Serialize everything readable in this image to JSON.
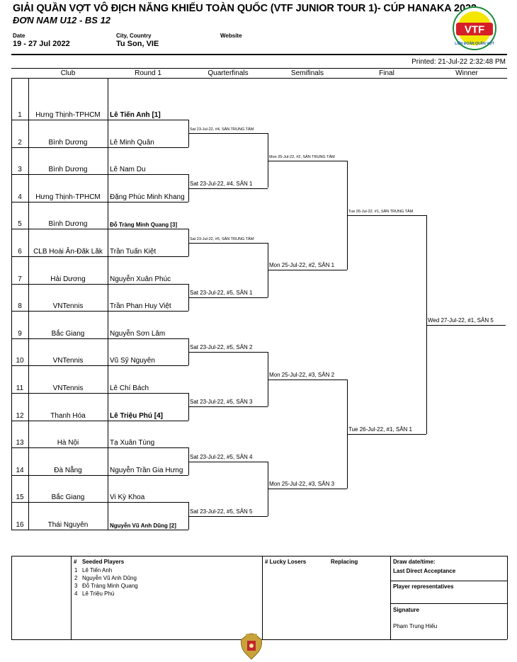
{
  "header": {
    "title": "GIẢI QUẦN VỢT VÔ ĐỊCH NĂNG KHIẾU TOÀN QUỐC (VTF JUNIOR TOUR 1)- CÚP HANAKA 2022",
    "subtitle": "ĐƠN NAM U12 - BS 12",
    "date_label": "Date",
    "date_value": "19 - 27 Jul 2022",
    "city_label": "City, Country",
    "city_value": "Tu Son, VIE",
    "website_label": "Website",
    "printed": "Printed: 21-Jul-22 2:32:48 PM",
    "logo_text": "VTF",
    "logo_sub": "LIÊN ĐOÀN QUẦN VỢT"
  },
  "columns": [
    "Club",
    "Round 1",
    "Quarterfinals",
    "Semifinals",
    "Final",
    "Winner"
  ],
  "entries": [
    {
      "num": "1",
      "club": "Hưng Thịnh-TPHCM",
      "player": "Lê Tiến Anh [1]",
      "style": "seed"
    },
    {
      "num": "2",
      "club": "Bình Dương",
      "player": "Lê Minh Quân",
      "style": ""
    },
    {
      "num": "3",
      "club": "Bình Dương",
      "player": "Lê Nam Du",
      "style": ""
    },
    {
      "num": "4",
      "club": "Hưng Thịnh-TPHCM",
      "player": "Đặng Phúc Minh Khang",
      "style": ""
    },
    {
      "num": "5",
      "club": "Bình Dương",
      "player": "Đỗ Tràng Minh Quang [3]",
      "style": "seed small"
    },
    {
      "num": "6",
      "club": "CLB Hoài Ân-Đăk Lăk",
      "player": "Trần Tuấn Kiệt",
      "style": ""
    },
    {
      "num": "7",
      "club": "Hải Dương",
      "player": "Nguyễn Xuân Phúc",
      "style": ""
    },
    {
      "num": "8",
      "club": "VNTennis",
      "player": "Trần Phan Huy Việt",
      "style": ""
    },
    {
      "num": "9",
      "club": "Bắc Giang",
      "player": "Nguyễn Sơn Lâm",
      "style": ""
    },
    {
      "num": "10",
      "club": "VNTennis",
      "player": "Vũ Sỹ Nguyên",
      "style": ""
    },
    {
      "num": "11",
      "club": "VNTennis",
      "player": "Lê Chí Bách",
      "style": ""
    },
    {
      "num": "12",
      "club": "Thanh Hóa",
      "player": "Lê Triệu Phú [4]",
      "style": "seed"
    },
    {
      "num": "13",
      "club": "Hà Nội",
      "player": "Tạ Xuân Tùng",
      "style": ""
    },
    {
      "num": "14",
      "club": "Đà Nẵng",
      "player": "Nguyễn Trần Gia Hưng",
      "style": ""
    },
    {
      "num": "15",
      "club": "Bắc Giang",
      "player": "Vi Kỳ Khoa",
      "style": ""
    },
    {
      "num": "16",
      "club": "Thái Nguyên",
      "player": "Nguyễn Vũ Anh Dũng [2]",
      "style": "seed small"
    }
  ],
  "quarterfinals": [
    {
      "text": "Sat 23-Jul-22, #4, SÂN TRUNG TÂM",
      "style": "small"
    },
    {
      "text": "Sat 23-Jul-22, #4, SÂN 1",
      "style": ""
    },
    {
      "text": "Sat 23-Jul-22, #5, SÂN TRUNG TÂM",
      "style": "small"
    },
    {
      "text": "Sat 23-Jul-22, #5, SÂN 1",
      "style": ""
    },
    {
      "text": "Sat 23-Jul-22, #5, SÂN 2",
      "style": ""
    },
    {
      "text": "Sat 23-Jul-22, #5, SÂN 3",
      "style": ""
    },
    {
      "text": "Sat 23-Jul-22, #5, SÂN 4",
      "style": ""
    },
    {
      "text": "Sat 23-Jul-22, #5, SÂN 5",
      "style": ""
    }
  ],
  "semifinals": [
    {
      "text": "Mon 25-Jul-22, #2, SÂN TRUNG TÂM",
      "style": "small"
    },
    {
      "text": "Mon 25-Jul-22, #2, SÂN 1",
      "style": ""
    },
    {
      "text": "Mon 25-Jul-22, #3, SÂN 2",
      "style": ""
    },
    {
      "text": "Mon 25-Jul-22, #3, SÂN 3",
      "style": ""
    }
  ],
  "final": [
    {
      "text": "Tue 26-Jul-22, #1, SÂN TRUNG TÂM",
      "style": "small"
    },
    {
      "text": "Tue 26-Jul-22, #1, SÂN 1",
      "style": ""
    }
  ],
  "winner": [
    {
      "text": "Wed 27-Jul-22, #1, SÂN 5",
      "style": ""
    }
  ],
  "footer": {
    "hash": "#",
    "seeded_title": "Seeded Players",
    "seeded": [
      {
        "num": "1",
        "name": "Lê Tiến Anh"
      },
      {
        "num": "2",
        "name": "Nguyễn Vũ Anh Dũng"
      },
      {
        "num": "3",
        "name": "Đỗ Tràng Minh Quang"
      },
      {
        "num": "4",
        "name": "Lê Triệu Phú"
      }
    ],
    "lucky_losers": "# Lucky Losers",
    "replacing": "Replacing",
    "draw_date": "Draw date/time:",
    "last_direct": "Last Direct Acceptance",
    "player_reps": "Player representatives",
    "signature": "Signature",
    "signer": "Phạm Trung Hiếu"
  }
}
